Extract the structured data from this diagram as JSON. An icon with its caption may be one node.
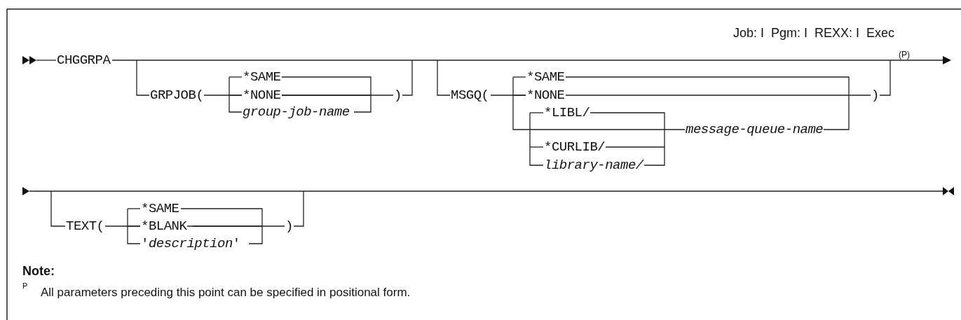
{
  "diagram": {
    "labels": [
      "Job: I  Pgm: I  REXX: I  Exec",
      "CHGGRPA",
      "GRPJOB(",
      "*SAME",
      "*NONE",
      "group-job-name",
      ")",
      "MSGQ(",
      "*SAME",
      "*NONE",
      ")",
      "*LIBL/",
      "message-queue-name",
      "*CURLIB/",
      "library-name/",
      "(P)",
      "TEXT(",
      "*SAME",
      "*BLANK",
      "'*description*'",
      ")",
      "Note:",
      "P",
      "All parameters preceding this point can be specified in positional form."
    ]
  }
}
